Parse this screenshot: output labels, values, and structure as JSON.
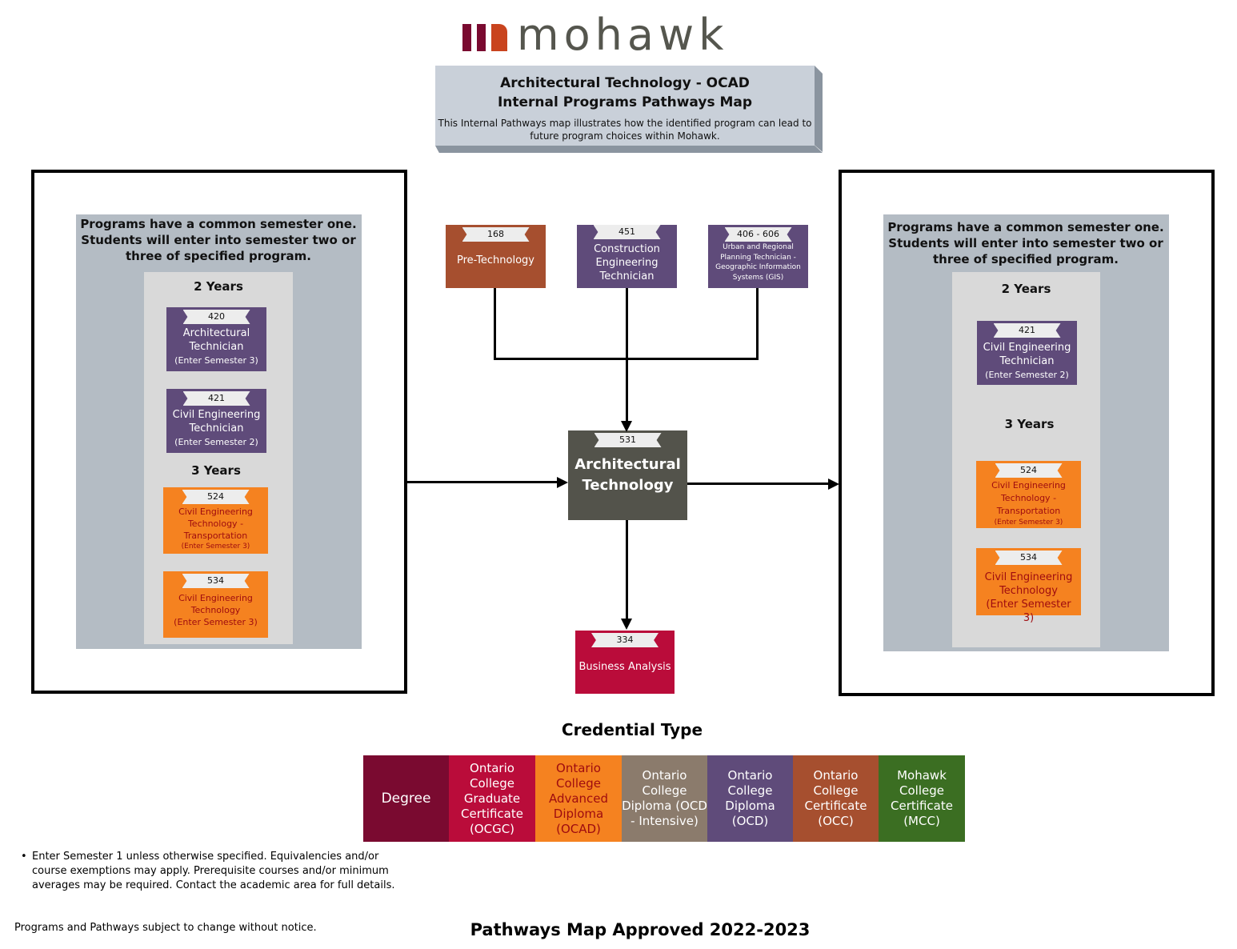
{
  "logo": {
    "text": "mohawk"
  },
  "header": {
    "title_line1": "Architectural Technology - OCAD",
    "title_line2": "Internal Programs Pathways Map",
    "description": "This Internal Pathways map illustrates how the identified program can lead to future program choices within Mohawk."
  },
  "left_panel": {
    "note": "Programs have a common semester one. Students will enter into semester two or three of specified program.",
    "heading_2y": "2 Years",
    "heading_3y": "3 Years",
    "programs": [
      {
        "code": "420",
        "name": "Architectural Technician",
        "note": "(Enter Semester 3)"
      },
      {
        "code": "421",
        "name": "Civil Engineering Technician",
        "note": "(Enter Semester 2)"
      },
      {
        "code": "524",
        "name": "Civil Engineering Technology - Transportation",
        "note": "(Enter Semester 3)"
      },
      {
        "code": "534",
        "name": "Civil Engineering Technology",
        "note": "(Enter Semester 3)"
      }
    ]
  },
  "right_panel": {
    "note": "Programs have a common semester one. Students will enter into semester two or three of specified program.",
    "heading_2y": "2 Years",
    "heading_3y": "3 Years",
    "programs": [
      {
        "code": "421",
        "name": "Civil Engineering Technician",
        "note": "(Enter Semester 2)"
      },
      {
        "code": "524",
        "name": "Civil Engineering Technology - Transportation",
        "note": "(Enter Semester 3)"
      },
      {
        "code": "534",
        "name": "Civil Engineering Technology",
        "note": "(Enter Semester 3)"
      }
    ]
  },
  "top_programs": [
    {
      "code": "168",
      "name": "Pre-Technology"
    },
    {
      "code": "451",
      "name": "Construction Engineering Technician"
    },
    {
      "code": "406 - 606",
      "name": "Urban and Regional Planning Technician - Geographic Information Systems (GIS)"
    }
  ],
  "center_program": {
    "code": "531",
    "name": "Architectural Technology"
  },
  "bottom_program": {
    "code": "334",
    "name": "Business Analysis"
  },
  "legend": {
    "title": "Credential Type",
    "items": [
      {
        "label": "Degree",
        "color": "#7a0a30"
      },
      {
        "label": "Ontario College Graduate Certificate (OCGC)",
        "color": "#ba0c3a"
      },
      {
        "label": "Ontario College Advanced Diploma (OCAD)",
        "color": "#f58220"
      },
      {
        "label": "Ontario College Diploma (OCD - Intensive)",
        "color": "#8b7b6c"
      },
      {
        "label": "Ontario College Diploma (OCD)",
        "color": "#5f4b7a"
      },
      {
        "label": "Ontario College Certificate (OCC)",
        "color": "#a64f2f"
      },
      {
        "label": "Mohawk College Certificate (MCC)",
        "color": "#3b6e22"
      }
    ]
  },
  "footnote": "Enter Semester 1 unless otherwise specified. Equivalencies and/or course exemptions may apply. Prerequisite courses and/or minimum averages may be required. Contact the academic area for full details.",
  "footer_left": "Programs and Pathways subject to change without notice.",
  "footer_center": "Pathways Map Approved 2022-2023"
}
